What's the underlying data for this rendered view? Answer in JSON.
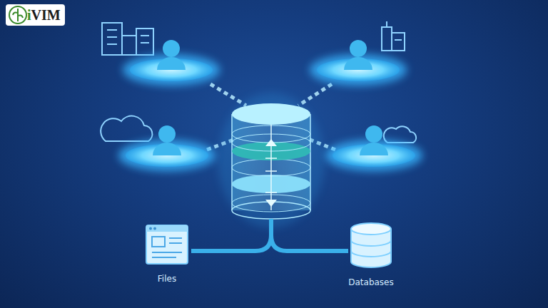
{
  "diagram": {
    "nodes": [
      {
        "text": [
          "Files"
        ]
      },
      {
        "text": [
          "Databases"
        ]
      }
    ],
    "labels": [
      "iVIM"
    ]
  }
}
